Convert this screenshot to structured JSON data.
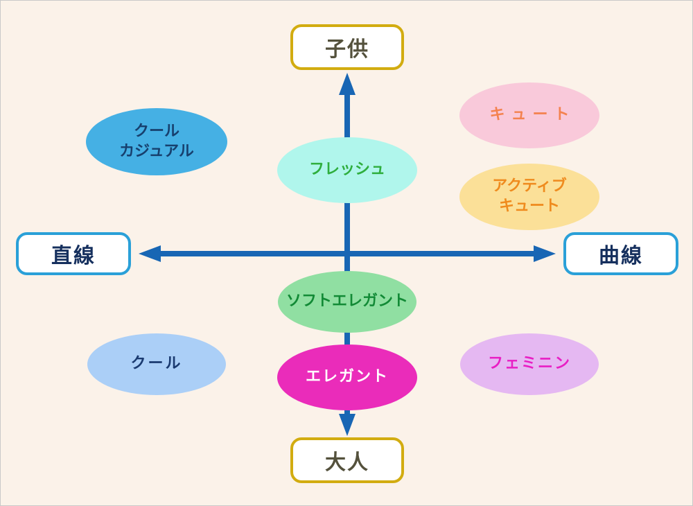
{
  "diagram": {
    "title": "image-positioning-map",
    "background_color": "#fbf2e9",
    "arrow_color": "#1866b4",
    "axis_boxes": {
      "top": {
        "label": "子供",
        "border_color": "#d2ac10",
        "text_color": "#54513c"
      },
      "bottom": {
        "label": "大人",
        "border_color": "#d2ac10",
        "text_color": "#54513c"
      },
      "left": {
        "label": "直線",
        "border_color": "#2aa0d8",
        "text_color": "#16305e"
      },
      "right": {
        "label": "曲線",
        "border_color": "#2aa0d8",
        "text_color": "#16305e"
      }
    },
    "ellipses": [
      {
        "id": "cool-casual",
        "lines": [
          "クール",
          "カジュアル"
        ],
        "fill": "#45b0e4",
        "text_color": "#17406e"
      },
      {
        "id": "fresh",
        "lines": [
          "フレッシュ"
        ],
        "fill": "#b0f6ec",
        "text_color": "#2fae3e"
      },
      {
        "id": "cute",
        "lines": [
          "キュート"
        ],
        "fill": "#f9c9da",
        "text_color": "#f4824f"
      },
      {
        "id": "active-cute",
        "lines": [
          "アクティブ",
          "キュート"
        ],
        "fill": "#fbe098",
        "text_color": "#ef8b1e"
      },
      {
        "id": "soft-elegant",
        "lines": [
          "ソフトエレガント"
        ],
        "fill": "#90dfa2",
        "text_color": "#128a36"
      },
      {
        "id": "elegant",
        "lines": [
          "エレガント"
        ],
        "fill": "#ea2cba",
        "text_color": "#ffffff"
      },
      {
        "id": "cool",
        "lines": [
          "クール"
        ],
        "fill": "#abcff7",
        "text_color": "#1a3a70"
      },
      {
        "id": "feminine",
        "lines": [
          "フェミニン"
        ],
        "fill": "#e5b8f2",
        "text_color": "#e81fc4"
      }
    ]
  }
}
